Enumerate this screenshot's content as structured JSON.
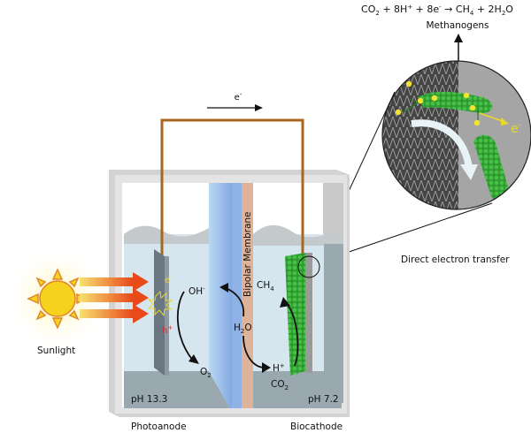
{
  "equation": {
    "reactant_co2": "CO",
    "reactant_co2_sub": "2",
    "plus1": " + 8H",
    "h_sup": "+",
    "plus2": " + 8e",
    "e_sup": "-",
    "arrow": " → ",
    "product_ch4": "CH",
    "product_ch4_sub": "4",
    "plus3": " + 2H",
    "h2o_sub": "2",
    "o": "O"
  },
  "methanogens_label": "Methanogens",
  "electron_flow": {
    "label": "e",
    "sup": "-"
  },
  "zoom_inset": {
    "electron_label": "e",
    "electron_sup": "-"
  },
  "direct_transfer_label": "Direct electron transfer",
  "sunlight_label": "Sunlight",
  "photoanode": {
    "label": "Photoanode",
    "ph": "pH 13.3",
    "electron": "e",
    "electron_sup": "-",
    "hole": "h",
    "hole_sup": "+",
    "oh": "OH",
    "oh_sup": "-",
    "o2": "O",
    "o2_sub": "2"
  },
  "membrane": {
    "label": "Bipolar Membrane",
    "h2o_h": "H",
    "h2o_sub": "2",
    "h2o_o": "O"
  },
  "biocathode": {
    "label": "Biocathode",
    "ph": "pH 7.2",
    "ch4": "CH",
    "ch4_sub": "4",
    "h": "H",
    "h_sup": "+",
    "co2": "CO",
    "co2_sub": "2"
  },
  "colors": {
    "wire": "#a8661f",
    "water": "#d6e6ef",
    "membrane_blue": "#8fb2e6",
    "membrane_orange": "#deb39a",
    "biofilm": "#3aa93a",
    "sun": "#f5d21e",
    "electron_yellow": "#e8d92a",
    "hole_red": "#d0282a"
  }
}
